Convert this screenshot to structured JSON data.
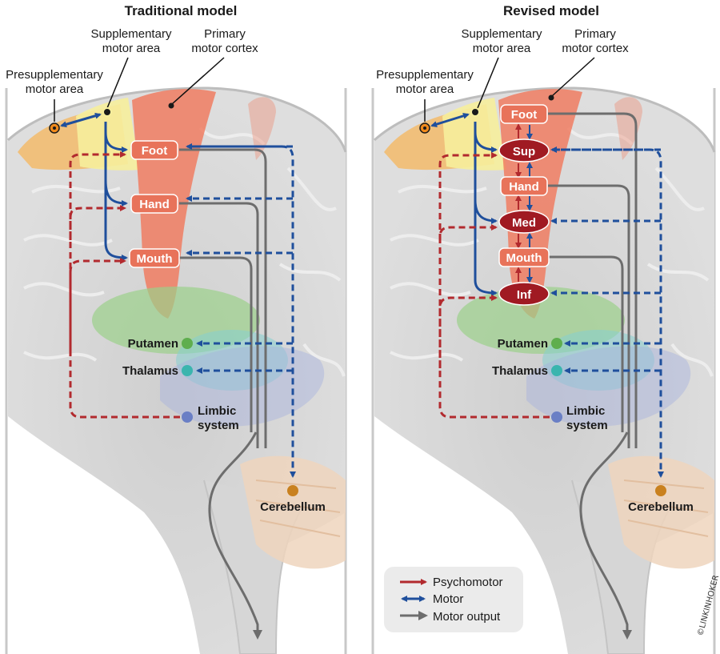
{
  "panels": [
    {
      "title": "Traditional model",
      "labels": {
        "sma": [
          "Supplementary",
          "motor area"
        ],
        "pmc": [
          "Primary",
          "motor cortex"
        ],
        "presma": [
          "Presupplementary",
          "motor area"
        ],
        "putamen": "Putamen",
        "thalamus": "Thalamus",
        "limbic": [
          "Limbic",
          "system"
        ],
        "cerebellum": "Cerebellum"
      },
      "boxes": [
        "Foot",
        "Hand",
        "Mouth"
      ]
    },
    {
      "title": "Revised model",
      "labels": {
        "sma": [
          "Supplementary",
          "motor area"
        ],
        "pmc": [
          "Primary",
          "motor cortex"
        ],
        "presma": [
          "Presupplementary",
          "motor area"
        ],
        "putamen": "Putamen",
        "thalamus": "Thalamus",
        "limbic": [
          "Limbic",
          "system"
        ],
        "cerebellum": "Cerebellum"
      },
      "boxes": [
        "Foot",
        "Sup",
        "Hand",
        "Med",
        "Mouth",
        "Inf"
      ]
    }
  ],
  "legend": {
    "items": [
      {
        "label": "Psychomotor",
        "color": "#b22a2e"
      },
      {
        "label": "Motor",
        "color": "#1f4f9c"
      },
      {
        "label": "Motor output",
        "color": "#6d6d6d"
      }
    ]
  },
  "signature": "©LINKINHOKER",
  "colors": {
    "psychomotor": "#b22a2e",
    "motor": "#1f4f9c",
    "output": "#6d6d6d",
    "motor_cortex": "#f07d62",
    "box": "#e8735a",
    "dark_box": "#a01a22",
    "sma": "#f6ee9c",
    "presma": "#f6b55b",
    "putamen": "#5fae4e",
    "thalamus": "#3ab5ae",
    "limbic": "#6a7fc5",
    "cerebellum": "#c9811f"
  }
}
